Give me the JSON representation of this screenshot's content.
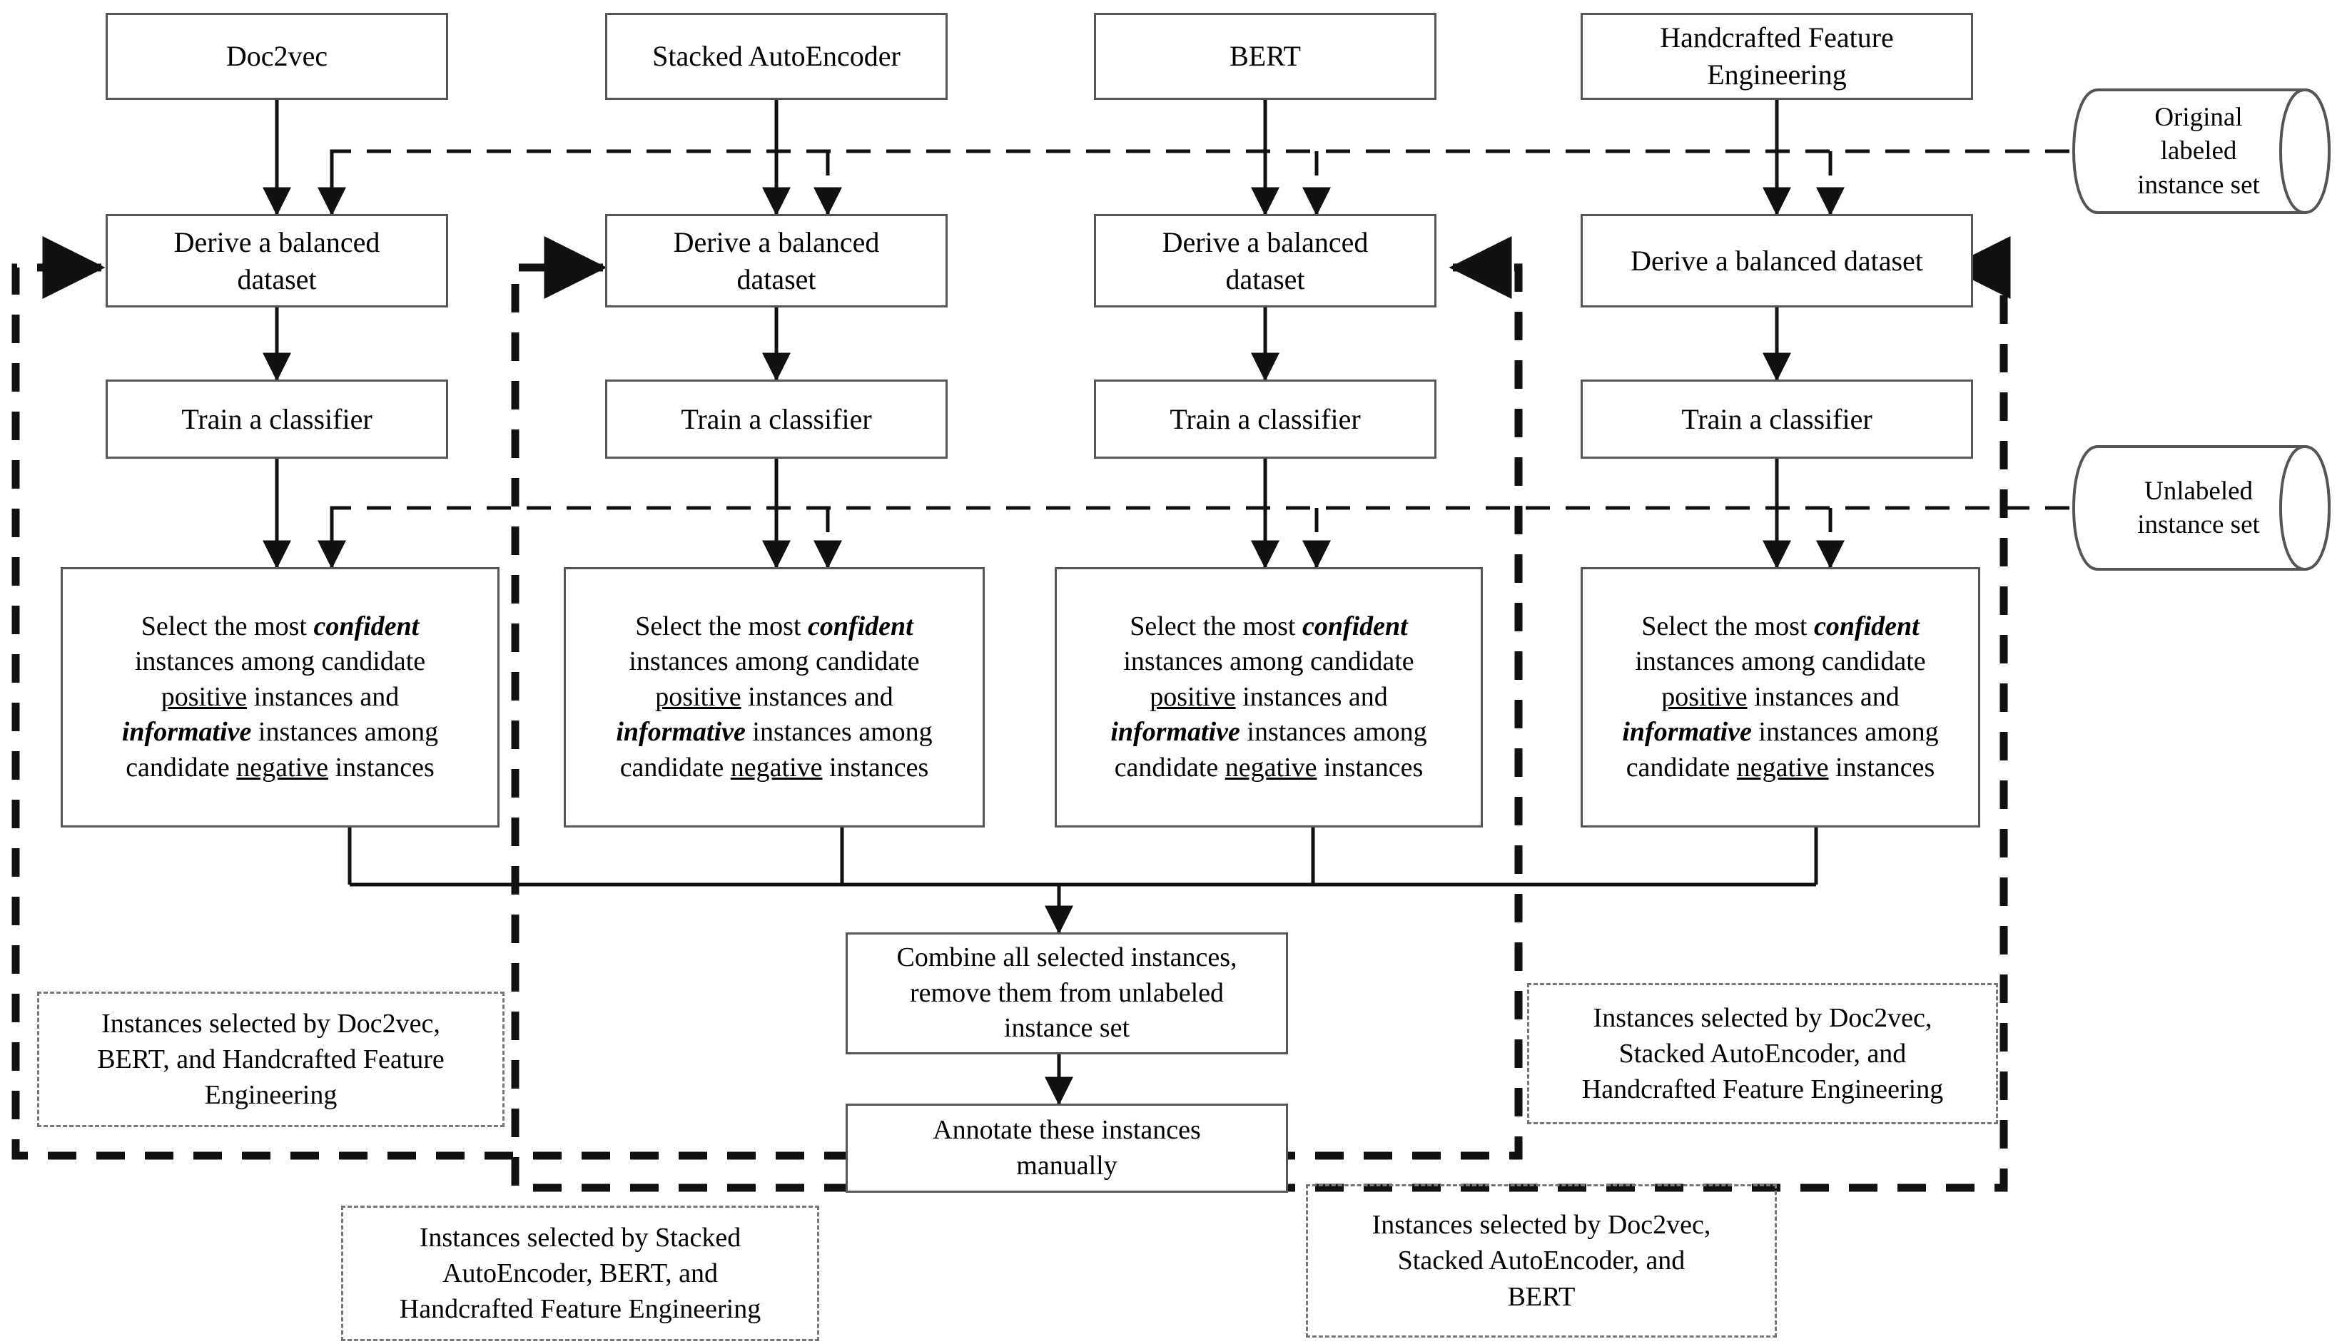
{
  "diagram": {
    "title": "Multi-view active learning framework flowchart",
    "colors": {
      "stroke": "#555555",
      "dashed_thin": "#777777",
      "dashed_thick": "#111111",
      "line": "#111111"
    },
    "views": [
      {
        "id": "doc2vec",
        "label": "Doc2vec"
      },
      {
        "id": "sae",
        "label": "Stacked AutoEncoder"
      },
      {
        "id": "bert",
        "label": "BERT"
      },
      {
        "id": "hfe",
        "label": "Handcrafted Feature\nEngineering"
      }
    ],
    "view_labels": {
      "doc2vec": "Doc2vec",
      "sae": "Stacked AutoEncoder",
      "bert": "BERT",
      "hfe_line1": "Handcrafted Feature",
      "hfe_line2": "Engineering"
    },
    "stage_rows": {
      "derive_multiline_l1": "Derive a balanced",
      "derive_multiline_l2": "dataset",
      "derive_singleline": "Derive a balanced dataset",
      "train": "Train a classifier"
    },
    "select_box": {
      "l1_a": "Select the most ",
      "l1_b": "confident",
      "l2": "instances among candidate",
      "l3_a": "positive",
      "l3_b": " instances and",
      "l4_a": "informative",
      "l4_b": " instances among",
      "l5_a": "candidate ",
      "l5_b": "negative",
      "l5_c": " instances"
    },
    "combine_box": {
      "l1": "Combine all selected instances,",
      "l2": "remove them from unlabeled",
      "l3": "instance set"
    },
    "annotate_box": {
      "l1": "Annotate these instances",
      "l2": "manually"
    },
    "datastores": {
      "original": {
        "l1": "Original",
        "l2": "labeled",
        "l3": "instance set"
      },
      "unlabeled": {
        "l1": "Unlabeled",
        "l2": "instance set"
      }
    },
    "captions": {
      "left": {
        "l1": "Instances selected by Doc2vec,",
        "l2": "BERT, and Handcrafted Feature",
        "l3": "Engineering"
      },
      "bottom_left": {
        "l1": "Instances selected by Stacked",
        "l2": "AutoEncoder, BERT, and",
        "l3": "Handcrafted Feature Engineering"
      },
      "right": {
        "l1": "Instances selected by Doc2vec,",
        "l2": "Stacked AutoEncoder, and",
        "l3": "Handcrafted Feature Engineering"
      },
      "bottom_right": {
        "l1": "Instances selected by Doc2vec,",
        "l2": "Stacked AutoEncoder, and",
        "l3": "BERT"
      }
    }
  }
}
